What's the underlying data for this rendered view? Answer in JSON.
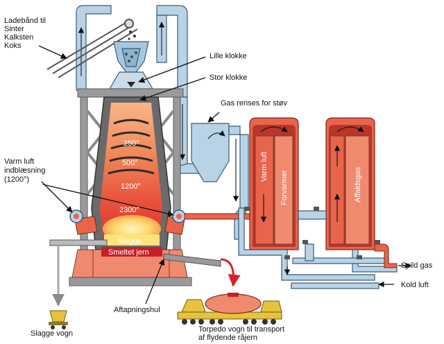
{
  "labels": {
    "conveyor": [
      "Ladebånd til",
      "Sinter",
      "Kalksten",
      "Koks"
    ],
    "small_bell": "Lille klokke",
    "large_bell": "Stor klokke",
    "gas_cleaning": "Gas renses for støv",
    "hot_air": [
      "Varm luft",
      "indblæsning",
      "(1200°)"
    ],
    "temp_250": "250°",
    "temp_500": "500°",
    "temp_1200": "1200°",
    "temp_2300": "2300°",
    "slag": "Slagge",
    "molten_iron": "Smeltet jern",
    "tap_hole": "Aftapningshul",
    "slag_wagon": "Slagge vogn",
    "torpedo": [
      "Torpedo vogn til transport",
      "af flydende råjern"
    ],
    "warm_air_vertical": "Varm luft",
    "preheater": "Forvarmer",
    "exhaust_gas": "Affaldsgas",
    "waste_gas": "Spild gas",
    "cold_air": "Kold luft"
  },
  "colors": {
    "pipe_blue": "#b9d3e6",
    "pipe_outline": "#3b5a73",
    "steel_gray": "#9a9a9a",
    "furnace_red": "#e8644a",
    "brick_salmon": "#f08a6e",
    "iron_red": "#c8202a",
    "slag_yellow": "#ffe27a",
    "wagon_yellow": "#e8c23a"
  }
}
